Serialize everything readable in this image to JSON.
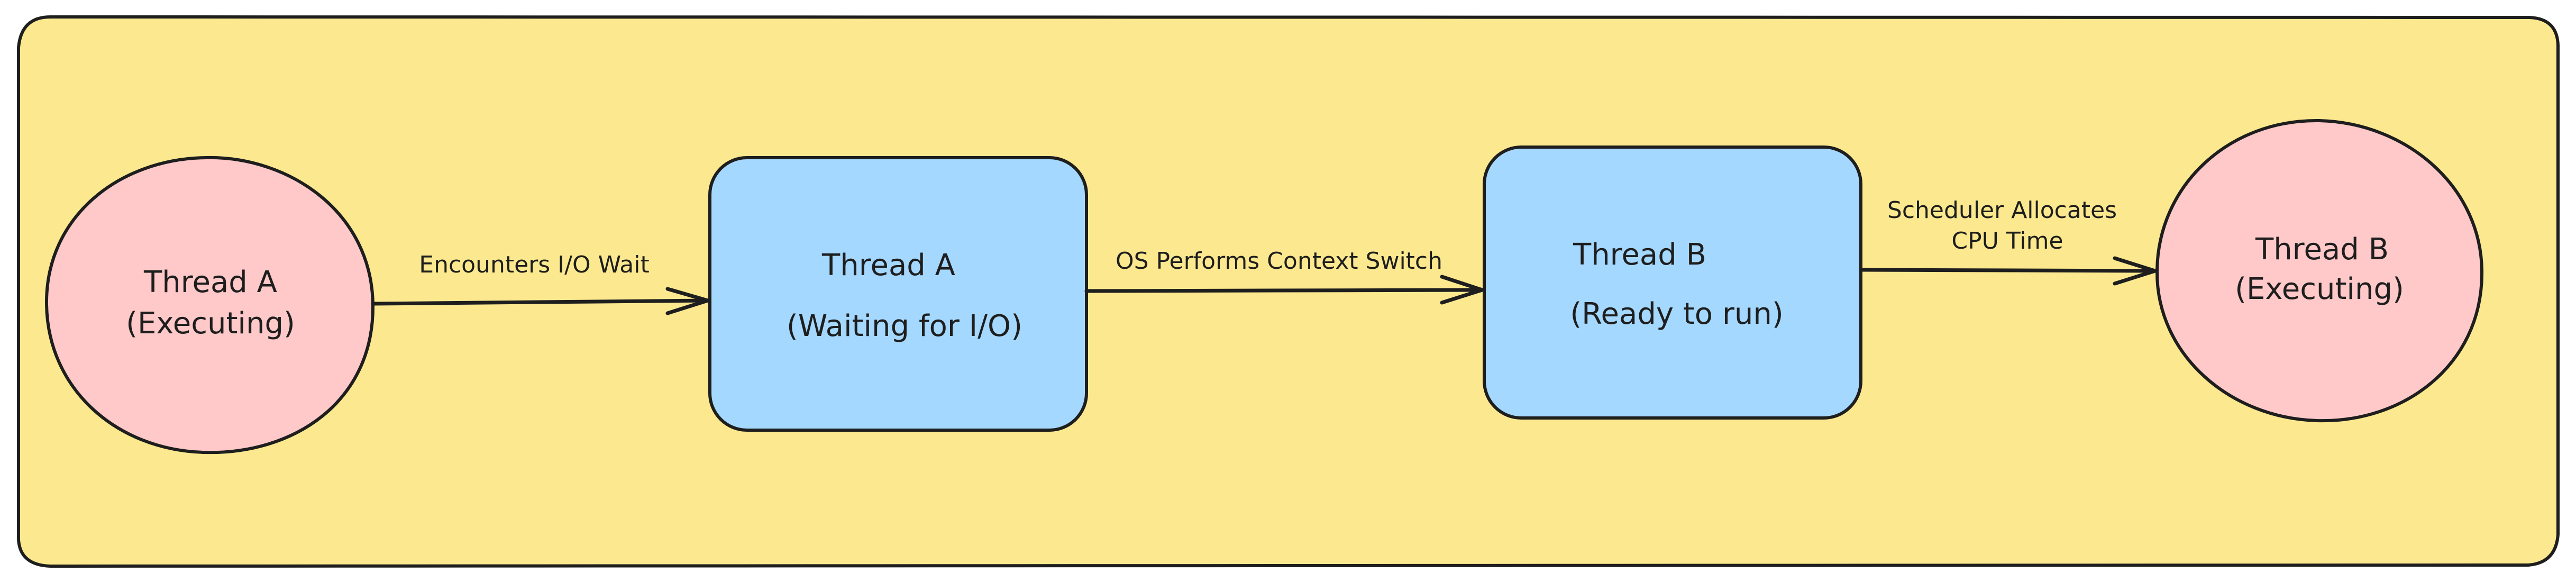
{
  "colors": {
    "background_panel": "#fce98f",
    "executing_circle": "#ffc9c9",
    "state_box": "#a5d8ff",
    "stroke": "#1e1e1e"
  },
  "nodes": [
    {
      "id": "n1",
      "shape": "circle",
      "lines": [
        "Thread A",
        "(Executing)"
      ]
    },
    {
      "id": "n2",
      "shape": "box",
      "lines": [
        "Thread A",
        "(Waiting for I/O)"
      ]
    },
    {
      "id": "n3",
      "shape": "box",
      "lines": [
        "Thread B",
        "(Ready to run)"
      ]
    },
    {
      "id": "n4",
      "shape": "circle",
      "lines": [
        "Thread B",
        "(Executing)"
      ]
    }
  ],
  "edges": [
    {
      "from": "n1",
      "to": "n2",
      "lines": [
        "Encounters I/O Wait"
      ]
    },
    {
      "from": "n2",
      "to": "n3",
      "lines": [
        "OS Performs Context Switch"
      ]
    },
    {
      "from": "n3",
      "to": "n4",
      "lines": [
        "Scheduler Allocates",
        "CPU Time"
      ]
    }
  ]
}
